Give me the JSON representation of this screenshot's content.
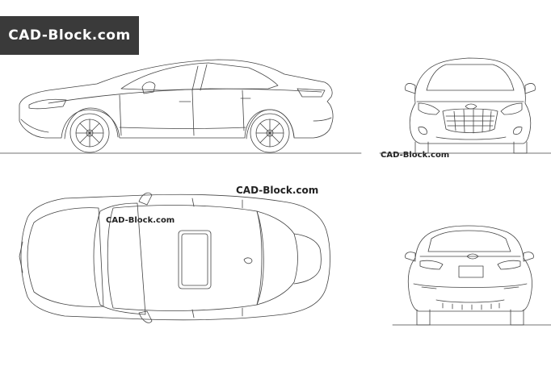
{
  "logo": {
    "text": "CAD-Block.com"
  },
  "watermarks": [
    "CAD-Block.com",
    "CAD-Block.com",
    "CAD-Block.com"
  ],
  "colors": {
    "banner_bg": "#3a3a3a",
    "banner_text": "#ffffff",
    "line": "#444444"
  }
}
